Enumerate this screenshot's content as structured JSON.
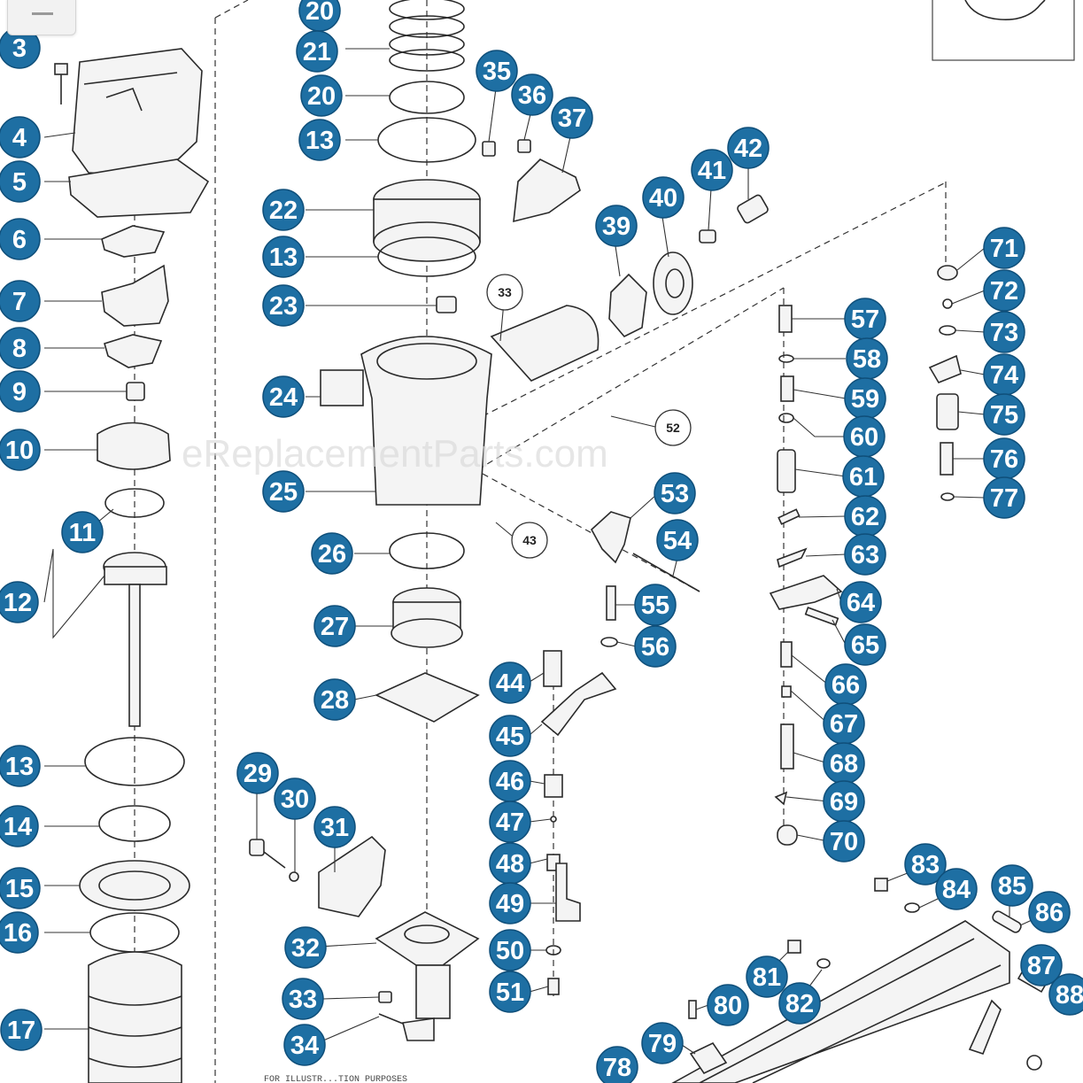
{
  "watermark": "eReplacementParts.com",
  "footer_text": "FOR ILLUSTR...TION PURPOSES",
  "colors": {
    "badge": "#1e6fa3",
    "badge_border": "#0f4f7a",
    "line": "#2a2a2a"
  },
  "minimize_icon": "minimize-icon",
  "part_numbers": [
    "20",
    "21",
    "20",
    "13",
    "22",
    "13",
    "23",
    "24",
    "25",
    "26",
    "27",
    "28",
    "29",
    "30",
    "31",
    "32",
    "33",
    "34",
    "35",
    "36",
    "37",
    "39",
    "40",
    "41",
    "42",
    "44",
    "45",
    "46",
    "47",
    "48",
    "49",
    "50",
    "51",
    "53",
    "54",
    "55",
    "56",
    "57",
    "58",
    "59",
    "60",
    "61",
    "62",
    "63",
    "64",
    "65",
    "66",
    "67",
    "68",
    "69",
    "70",
    "71",
    "72",
    "73",
    "74",
    "75",
    "76",
    "77",
    "78",
    "79",
    "80",
    "81",
    "82",
    "83",
    "84",
    "85",
    "86",
    "87",
    "88",
    "3",
    "4",
    "5",
    "6",
    "7",
    "8",
    "9",
    "10",
    "11",
    "12",
    "13",
    "14",
    "15",
    "16",
    "17"
  ],
  "ref_tags": [
    "33",
    "52",
    "43"
  ]
}
